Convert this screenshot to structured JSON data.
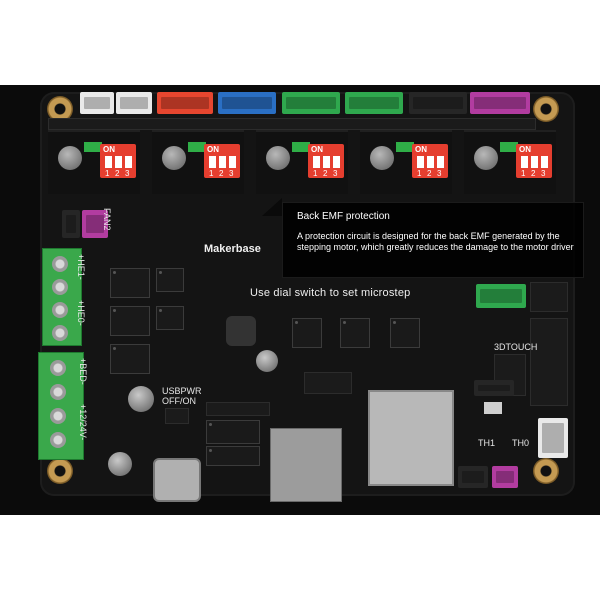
{
  "photo": {
    "subject": "3D printer controller board",
    "colors": {
      "pcb": "#141414",
      "terminal_green": "#3aa84b",
      "dip_red": "#e53e2f",
      "mount_gold": "#c49a52"
    }
  },
  "board": {
    "brand_label": "Makerbase",
    "dip_on_label": "ON",
    "dip_numbers": [
      "1",
      "2",
      "3"
    ],
    "silk": {
      "he1": "+HE1-",
      "he0": "+HE0-",
      "bed": "+BED-",
      "power": "+12/24V-",
      "usbpwr": "USBPWR",
      "off_on": "OFF/ON",
      "touch": "3DTOUCH",
      "th1": "TH1",
      "th0": "TH0",
      "fan2": "FAN2"
    }
  },
  "tooltip": {
    "title": "Back EMF protection",
    "body": "A protection circuit is designed for the back EMF generated by the stepping motor, which greatly reduces the damage to the motor driver"
  },
  "caption": "Use dial switch to set microstep"
}
